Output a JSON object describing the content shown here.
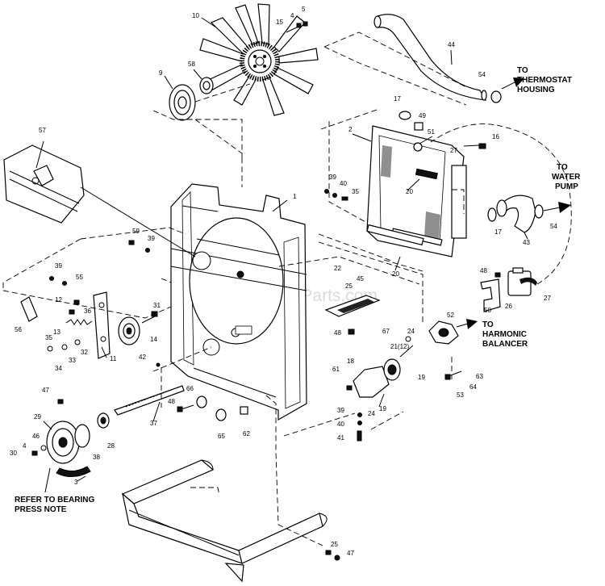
{
  "watermark": "eReplacementParts.com",
  "notes": {
    "thermostat_line1": "TO",
    "thermostat_line2": "THERMOSTAT",
    "thermostat_line3": "HOUSING",
    "water_line1": "TO",
    "water_line2": "WATER",
    "water_line3": "PUMP",
    "harmonic_line1": "TO",
    "harmonic_line2": "HARMONIC",
    "harmonic_line3": "BALANCER",
    "bearing_line1": "REFER TO BEARING",
    "bearing_line2": "PRESS NOTE"
  },
  "callouts": {
    "c10": "10",
    "c15": "15",
    "c4a": "4",
    "c5": "5",
    "c44": "44",
    "c9": "9",
    "c58": "58",
    "c54a": "54",
    "c17a": "17",
    "c49": "49",
    "c2": "2",
    "c51": "51",
    "c27a": "27",
    "c16": "16",
    "c57": "57",
    "c39a": "39",
    "c40a": "40",
    "c35": "35",
    "c20a": "20",
    "c1": "1",
    "c17b": "17",
    "c43": "43",
    "c54b": "54",
    "c59": "59",
    "c39b": "39",
    "c20b": "20",
    "c39c": "39",
    "c55": "55",
    "c22": "22",
    "c45": "45",
    "c25a": "25",
    "c48a": "48",
    "c12": "12",
    "c36": "36",
    "c31": "31",
    "c50": "50",
    "c26": "26",
    "c27b": "27",
    "c56": "56",
    "c13": "13",
    "c14": "14",
    "c67": "67",
    "c52": "52",
    "c35b": "35",
    "c32": "32",
    "c48b": "48",
    "c24a": "24",
    "c11": "11",
    "c42": "42",
    "c34": "34",
    "c33": "33",
    "c21": "21(12)",
    "c18": "18",
    "c19a": "19",
    "c61": "61",
    "c19b": "19",
    "c24b": "24",
    "c47a": "47",
    "c66": "66",
    "c48c": "48",
    "c63": "63",
    "c64": "64",
    "c53": "53",
    "c29": "29",
    "c37": "37",
    "c39d": "39",
    "c40b": "40",
    "c41": "41",
    "c46": "46",
    "c30": "30",
    "c4b": "4",
    "c38": "38",
    "c28": "28",
    "c65": "65",
    "c62": "62",
    "c3": "3",
    "c25b": "25",
    "c47b": "47"
  }
}
